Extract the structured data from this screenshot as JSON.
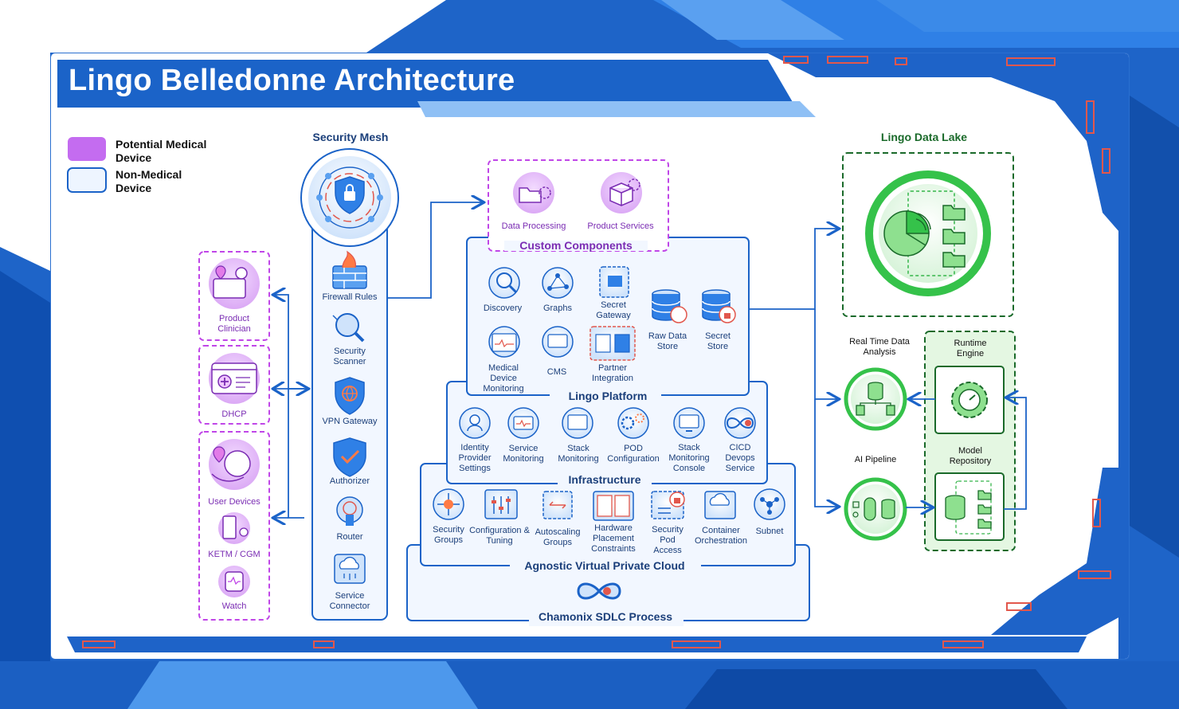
{
  "title": "Lingo Belledonne Architecture",
  "legend": [
    {
      "label": "Potential Medical Device",
      "color": "#c46cf0"
    },
    {
      "label": "Non-Medical Device",
      "color": "#eef5ff"
    }
  ],
  "clients": {
    "items": [
      "Product Clinician",
      "DHCP",
      "User Devices",
      "KETM / CGM",
      "Watch"
    ]
  },
  "security_mesh": {
    "title": "Security Mesh",
    "items": [
      "Firewall Rules",
      "Security Scanner",
      "VPN Gateway",
      "Authorizer",
      "Router",
      "Service Connector"
    ]
  },
  "medical_components": [
    "Data Processing",
    "Product Services"
  ],
  "custom_components": {
    "title": "Custom Components",
    "items": [
      "Discovery",
      "Graphs",
      "Secret Gateway",
      "Raw Data Store",
      "Secret Store",
      "Medical Device Monitoring",
      "CMS",
      "Partner Integration"
    ]
  },
  "lingo_platform": {
    "title": "Lingo Platform",
    "items": [
      "Identity Provider Settings",
      "Service Monitoring",
      "Stack Monitoring",
      "POD Configuration",
      "Stack Monitoring Console",
      "CICD Devops Service"
    ]
  },
  "infrastructure": {
    "title": "Infrastructure",
    "items": [
      "Security Groups",
      "Configuration & Tuning",
      "Autoscaling Groups",
      "Hardware Placement Constraints",
      "Security Pod Access",
      "Container Orchestration",
      "Subnet"
    ]
  },
  "vpc": {
    "title": "Agnostic Virtual Private Cloud"
  },
  "sdlc": {
    "title": "Chamonix  SDLC Process"
  },
  "data_lake": {
    "title": "Lingo Data Lake",
    "items": [
      "Real Time Data Analysis",
      "AI Pipeline",
      "Runtime Engine",
      "Model Repository"
    ]
  },
  "colors": {
    "primary": "#1b63c8",
    "medical": "#b44de8",
    "green": "#35b54a"
  }
}
